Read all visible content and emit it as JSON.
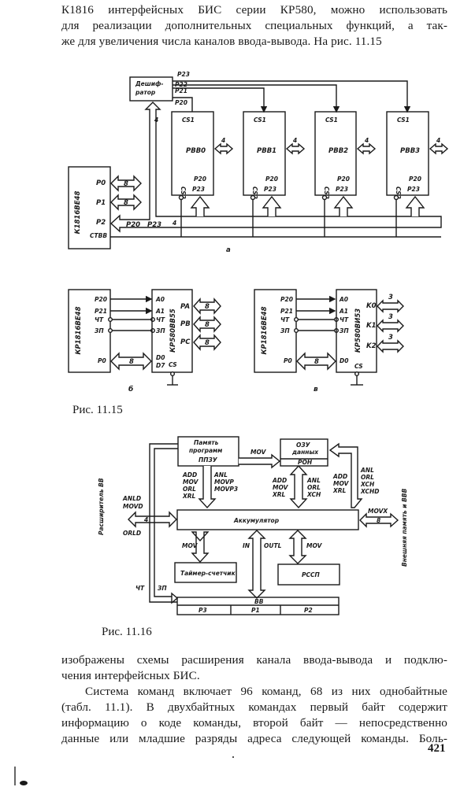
{
  "page": {
    "top_paragraph": [
      "К1816 интерфейсных БИС серии КР580, можно использовать",
      "для реализации дополнительных специальных функций, а так-",
      "же для увеличения числа каналов ввода-вывода. На рис. 11.15"
    ],
    "bottom_paragraph": [
      "изображены схемы расширения канала ввода-вывода и подклю-",
      "чения интерфейсных БИС.",
      "Система команд включает 96 команд, 68 из них однобайтные",
      "(табл. 11.1). В двухбайтных командах первый байт содержит",
      "информацию о коде команды, второй байт — непосредственно",
      "данные или младшие разряды адреса следующей команды. Боль-"
    ],
    "page_number": "421"
  },
  "figure_11_15": {
    "caption": "Рис. 11.15",
    "a": {
      "sublabel": "а",
      "mcu": "К1816ВЕ48",
      "ports": [
        "P0",
        "P1",
        "P2",
        "СТВВ"
      ],
      "bus_widths": [
        "8",
        "8",
        "4",
        "4"
      ],
      "p2_labels": [
        "P20",
        "P23"
      ],
      "decoder": [
        "Дешиф-",
        "ратор"
      ],
      "decoder_outputs": [
        "P23",
        "P22",
        "P21",
        "P20"
      ],
      "chips": [
        {
          "name": "РВВ0",
          "cs1": "CS1",
          "cs2": "CS2",
          "p20": "P20",
          "p23": "P23",
          "width": "4"
        },
        {
          "name": "РВВ1",
          "cs1": "CS1",
          "cs2": "CS2",
          "p20": "P20",
          "p23": "P23",
          "width": "4"
        },
        {
          "name": "РВВ2",
          "cs1": "CS1",
          "cs2": "CS2",
          "p20": "P20",
          "p23": "P23",
          "width": "4"
        },
        {
          "name": "РВВ3",
          "cs1": "CS1",
          "cs2": "CS2",
          "p20": "P20",
          "p23": "P23",
          "width": "4"
        }
      ]
    },
    "b": {
      "sublabel": "б",
      "mcu": "КР1816ВЕ48",
      "mcu_pins": [
        "P20",
        "P21",
        "ЧТ",
        "ЗП",
        "P0"
      ],
      "chip": "КР580ВВ55",
      "chip_pins": [
        "A0",
        "A1",
        "ЧТ",
        "ЗП",
        "D0",
        "D7",
        "CS"
      ],
      "ports": [
        "PA",
        "PB",
        "PC"
      ],
      "widths": [
        "8",
        "8",
        "8",
        "8"
      ]
    },
    "c": {
      "sublabel": "в",
      "mcu": "КР1816ВЕ48",
      "mcu_pins": [
        "P20",
        "P21",
        "ЧТ",
        "ЗП",
        "P0"
      ],
      "chip": "КР580ВИ53",
      "chip_pins": [
        "A0",
        "A1",
        "ЧТ",
        "ЗП",
        "D0",
        "CS"
      ],
      "channels": [
        "K0",
        "K1",
        "K2"
      ],
      "widths": [
        "3",
        "3",
        "3",
        "8"
      ]
    }
  },
  "figure_11_16": {
    "caption": "Рис. 11.16",
    "program_memory": [
      "Память",
      "программ",
      "ППЗУ"
    ],
    "data_ram": [
      "ОЗУ",
      "данных"
    ],
    "rons": "РОН",
    "accumulator": "Аккумулятор",
    "timer": "Таймер-счетчик",
    "psw": "РССП",
    "port_bus": "ВВ",
    "ports": [
      "P3",
      "P1",
      "P2"
    ],
    "mov_label": "MOV",
    "pm_left_ops": [
      "ADD",
      "MOV",
      "ORL",
      "XRL"
    ],
    "pm_right_ops": [
      "ANL",
      "MOVP",
      "MOVP3"
    ],
    "ram_left_ops": [
      "ADD",
      "MOV",
      "XRL"
    ],
    "ram_right_ops": [
      "ANL",
      "ORL",
      "XCH"
    ],
    "ext_left_ops": [
      "ADD",
      "MOV",
      "XRL"
    ],
    "ext_right_ops": [
      "ANL",
      "ORL",
      "XCH",
      "XCHD"
    ],
    "expander_ops": [
      "ANLD",
      "MOVD",
      "ORLD"
    ],
    "expander_width": "4",
    "expander_label": "Расширитель ВВ",
    "external_label": "Внешняя память и ВВВ",
    "external_op": "MOVX",
    "external_width": "8",
    "timer_op": "MOV",
    "psw_op": "MOV",
    "io_ops": [
      "IN",
      "OUTL"
    ],
    "strobe_labels": [
      "ЧТ",
      "ЗП"
    ]
  }
}
